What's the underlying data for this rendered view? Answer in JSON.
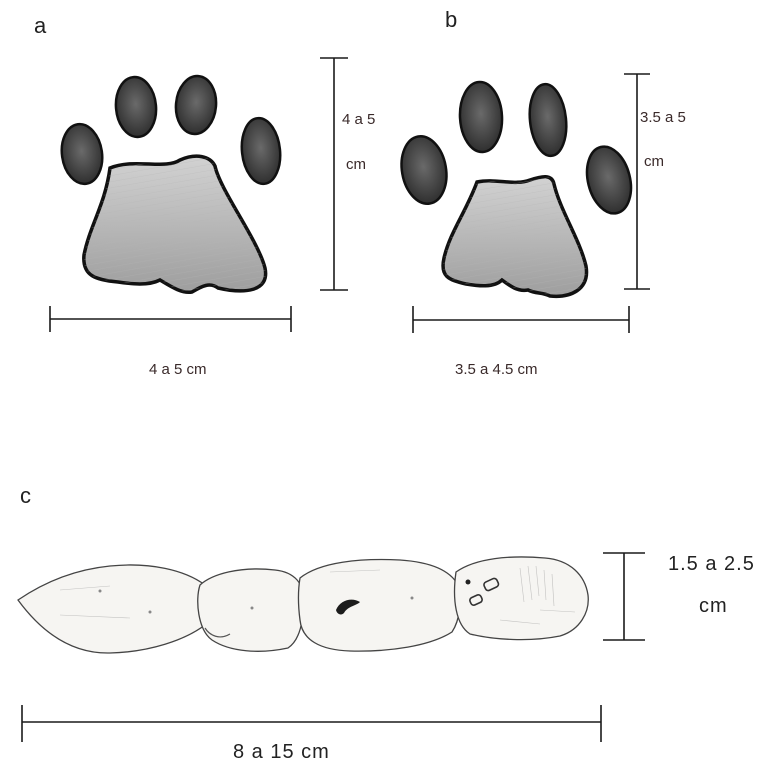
{
  "panels": {
    "a": {
      "letter": "a",
      "height_label_line1": "4 a 5",
      "height_label_line2": "cm",
      "width_label": "4 a 5 cm"
    },
    "b": {
      "letter": "b",
      "height_label_line1": "3.5 a 5",
      "height_label_line2": "cm",
      "width_label": "3.5 a 4.5 cm"
    },
    "c": {
      "letter": "c",
      "height_label_line1": "1.5 a 2.5",
      "height_label_line2": "cm",
      "width_label": "8 a 15 cm"
    }
  }
}
